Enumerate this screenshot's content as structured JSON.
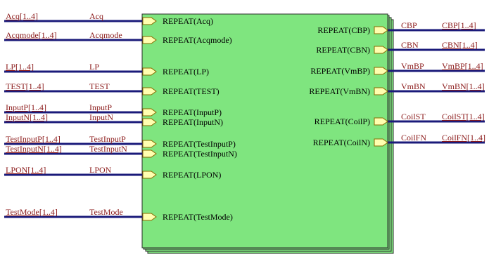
{
  "colors": {
    "block_fill": "#7fe57f",
    "block_border": "#2b2b2b",
    "wire": "#1a1a7a",
    "port_fill": "#ffffb0",
    "port_stroke": "#8a6a00",
    "label_text": "#8b1a1a"
  },
  "inputs": [
    {
      "net": "Acq[1..4]",
      "wire": "Acq",
      "port": "REPEAT(Acq)"
    },
    {
      "net": "Acqmode[1..4]",
      "wire": "Acqmode",
      "port": "REPEAT(Acqmode)"
    },
    {
      "net": "LP[1..4]",
      "wire": "LP",
      "port": "REPEAT(LP)"
    },
    {
      "net": "TEST[1..4]",
      "wire": "TEST",
      "port": "REPEAT(TEST)"
    },
    {
      "net": "InputP[1..4]",
      "wire": "InputP",
      "port": "REPEAT(InputP)"
    },
    {
      "net": "InputN[1..4]",
      "wire": "InputN",
      "port": "REPEAT(InputN)"
    },
    {
      "net": "TestInputP[1..4]",
      "wire": "TestInputP",
      "port": "REPEAT(TestInputP)"
    },
    {
      "net": "TestInputN[1..4]",
      "wire": "TestInputN",
      "port": "REPEAT(TestInputN)"
    },
    {
      "net": "LPON[1..4]",
      "wire": "LPON",
      "port": "REPEAT(LPON)"
    },
    {
      "net": "TestMode[1..4]",
      "wire": "TestMode",
      "port": "REPEAT(TestMode)"
    }
  ],
  "outputs": [
    {
      "net": "CBP[1..4]",
      "wire": "CBP",
      "port": "REPEAT(CBP)"
    },
    {
      "net": "CBN[1..4]",
      "wire": "CBN",
      "port": "REPEAT(CBN)"
    },
    {
      "net": "VmBP[1..4]",
      "wire": "VmBP",
      "port": "REPEAT(VmBP)"
    },
    {
      "net": "VmBN[1..4]",
      "wire": "VmBN",
      "port": "REPEAT(VmBN)"
    },
    {
      "net": "CoilST[1..4]",
      "wire": "CoilST",
      "port": "REPEAT(CoilP)"
    },
    {
      "net": "CoilFN[1..4]",
      "wire": "CoilFN",
      "port": "REPEAT(CoilN)"
    }
  ]
}
